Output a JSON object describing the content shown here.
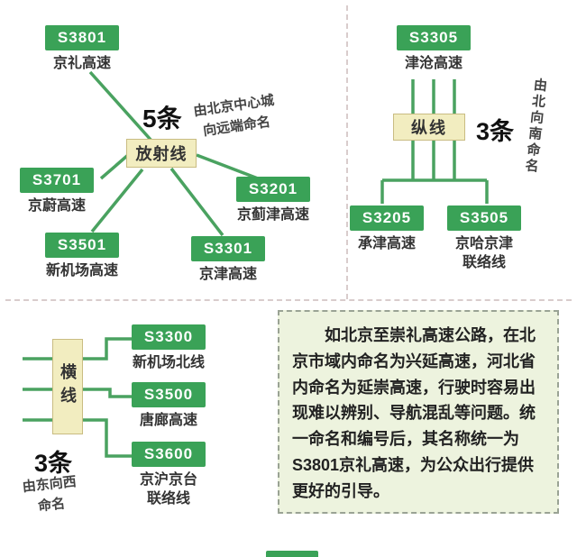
{
  "colors": {
    "badge_green": "#3aa257",
    "line_green": "#4aa260",
    "box_beige": "#f2edc0",
    "callout_bg": "#edf3de",
    "divider_dash": "#d9cccc"
  },
  "groups": {
    "radial": {
      "box_label": "放射线",
      "count": "5条",
      "note": "由北京中心城\n向远端命名",
      "highways": [
        {
          "code": "S3801",
          "name": "京礼高速"
        },
        {
          "code": "S3701",
          "name": "京蔚高速"
        },
        {
          "code": "S3501",
          "name": "新机场高速"
        },
        {
          "code": "S3301",
          "name": "京津高速"
        },
        {
          "code": "S3201",
          "name": "京蓟津高速"
        }
      ]
    },
    "vertical": {
      "box_label": "纵线",
      "count": "3条",
      "note": "由北向南命名",
      "highways": [
        {
          "code": "S3305",
          "name": "津沧高速"
        },
        {
          "code": "S3205",
          "name": "承津高速"
        },
        {
          "code": "S3505",
          "name": "京哈京津\n联络线"
        }
      ]
    },
    "horizontal": {
      "box_label": "横线",
      "count": "3条",
      "note": "由东向西\n命名",
      "highways": [
        {
          "code": "S3300",
          "name": "新机场北线"
        },
        {
          "code": "S3500",
          "name": "唐廊高速"
        },
        {
          "code": "S3600",
          "name": "京沪京台\n联络线"
        }
      ]
    }
  },
  "callout": {
    "text": "如北京至崇礼高速公路，在北京市域内命名为兴延高速，河北省内命名为延崇高速，行驶时容易出现难以辨别、导航混乱等问题。统一命名和编号后，其名称统一为S3801京礼高速，为公众出行提供更好的引导。"
  }
}
